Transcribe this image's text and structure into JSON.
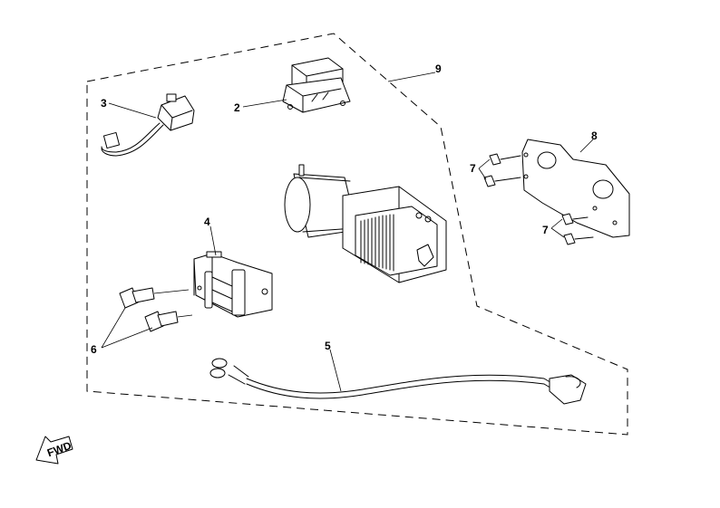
{
  "callouts": {
    "c2": "2",
    "c3": "3",
    "c4": "4",
    "c5": "5",
    "c6": "6",
    "c7a": "7",
    "c7b": "7",
    "c8": "8",
    "c9": "9"
  },
  "fwd_mark": "FWD"
}
